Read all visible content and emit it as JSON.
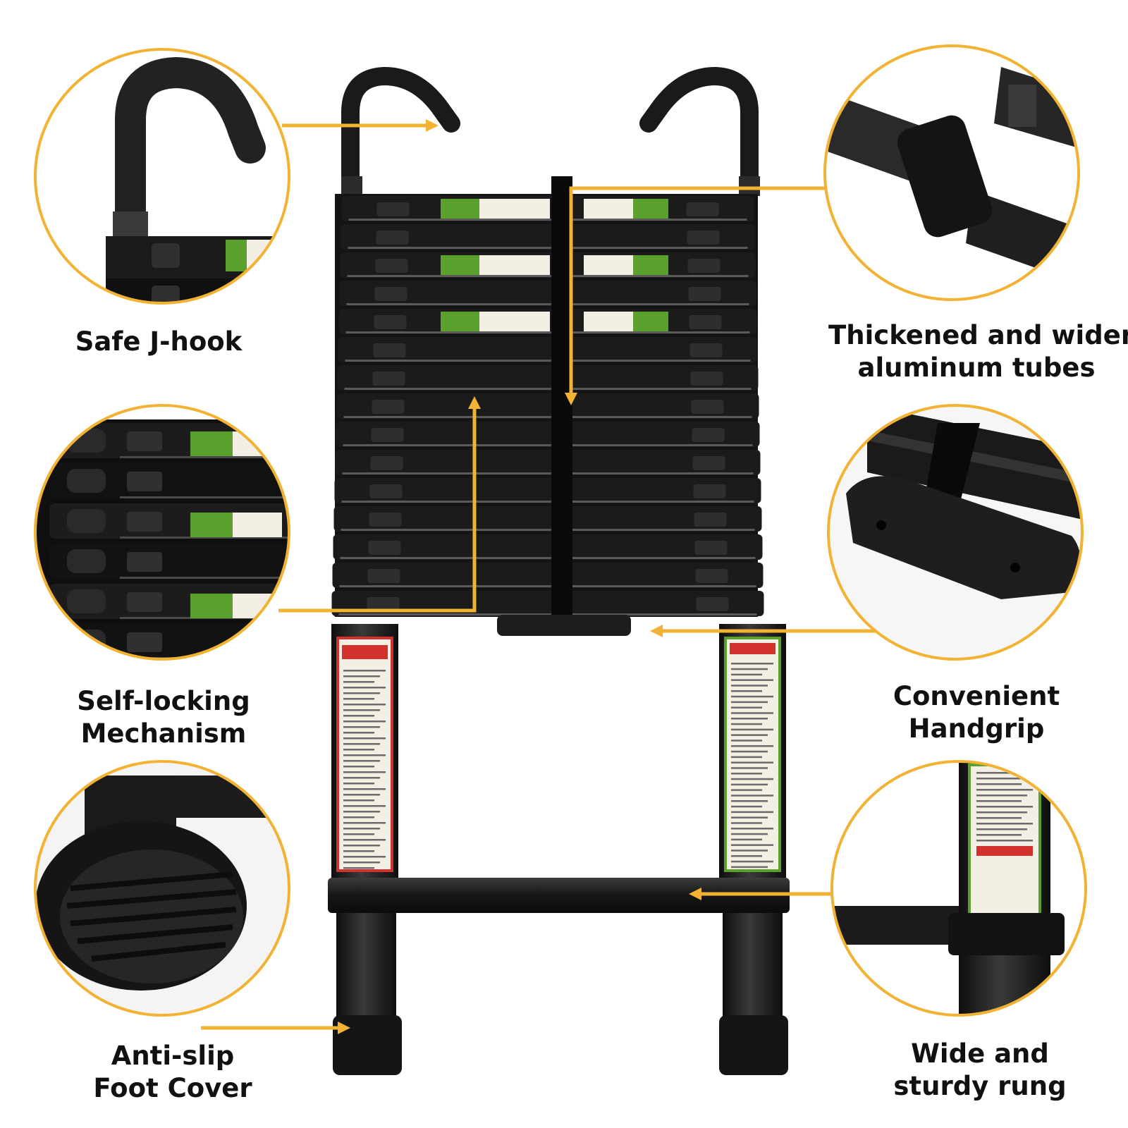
{
  "colors": {
    "accent": "#f2b233",
    "ladder": "#1b1b1b",
    "ladder_highlight": "#4a4a4a",
    "label_green": "#5aa02c",
    "label_red": "#d2322d"
  },
  "features": [
    {
      "id": "safe-j-hook",
      "lines": [
        "Safe J-hook"
      ],
      "icon": "j-hook-detail"
    },
    {
      "id": "self-locking-mechanism",
      "lines": [
        "Self-locking",
        "Mechanism"
      ],
      "icon": "lock-detail"
    },
    {
      "id": "anti-slip-foot-cover",
      "lines": [
        "Anti-slip",
        "Foot Cover"
      ],
      "icon": "foot-cap-detail"
    },
    {
      "id": "aluminum-tubes",
      "lines": [
        "Thickened and wider",
        "aluminum tubes"
      ],
      "icon": "tube-detail"
    },
    {
      "id": "convenient-handgrip",
      "lines": [
        "Convenient",
        "Handgrip"
      ],
      "icon": "handgrip-detail"
    },
    {
      "id": "wide-sturdy-rung",
      "lines": [
        "Wide and",
        "sturdy rung"
      ],
      "icon": "rung-detail"
    }
  ]
}
